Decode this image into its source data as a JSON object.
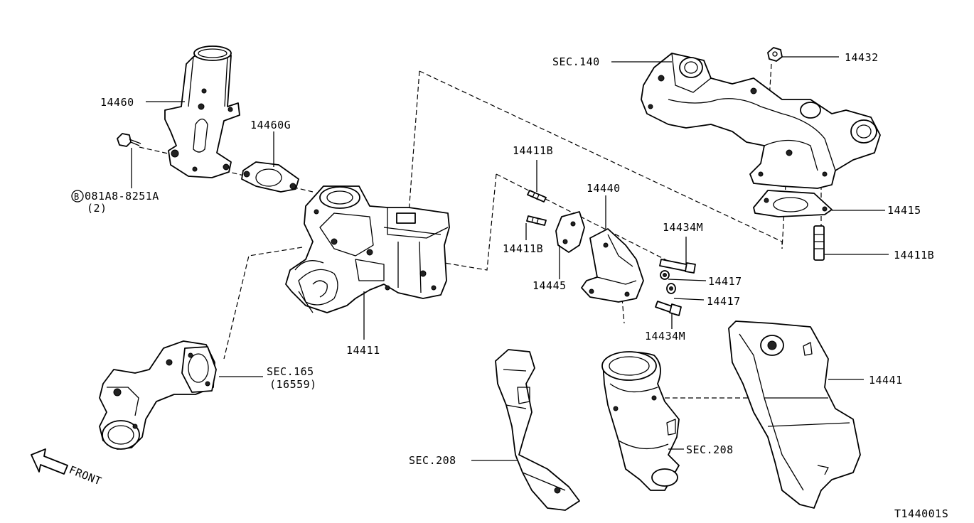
{
  "diagram": {
    "code": "T144001S",
    "front": "FRONT",
    "labels": {
      "p14460": "14460",
      "p14460G": "14460G",
      "bolt_line1": "081A8-8251A",
      "bolt_line2": "(2)",
      "bolt_mark": "B",
      "p14411": "14411",
      "sec165_line1": "SEC.165",
      "sec165_line2": "(16559)",
      "p14411B_top": "14411B",
      "p14411B_mid": "14411B",
      "p14411B_right": "14411B",
      "p14440": "14440",
      "p14445": "14445",
      "p14434M_top": "14434M",
      "p14434M_bottom": "14434M",
      "p14417_a": "14417",
      "p14417_b": "14417",
      "sec140": "SEC.140",
      "p14432": "14432",
      "p14415": "14415",
      "p14441": "14441",
      "sec208_left": "SEC.208",
      "sec208_right": "SEC.208"
    }
  }
}
